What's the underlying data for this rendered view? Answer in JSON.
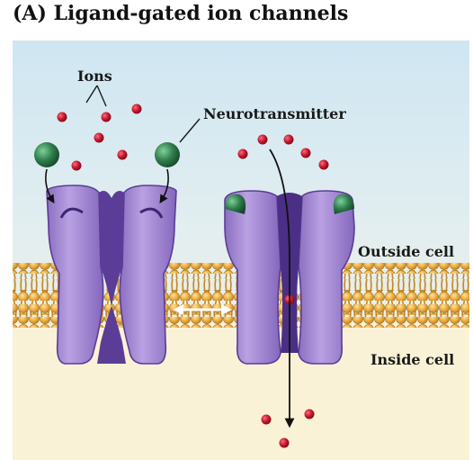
{
  "title": "(A)  Ligand-gated ion channels",
  "labels": {
    "ions": "Ions",
    "neurotransmitter": "Neurotransmitter",
    "outside": "Outside cell",
    "inside": "Inside cell"
  },
  "colors": {
    "outside_fluid": "#cfe6f2",
    "inside_fluid": "#faf2d6",
    "membrane_head": "#e8a83a",
    "membrane_tail": "#c9962c",
    "channel": "#a58ad3",
    "channel_dark": "#5b3c97",
    "ion": "#c4182e",
    "ligand": "#2f7d4c",
    "arrow": "#ffffff"
  }
}
